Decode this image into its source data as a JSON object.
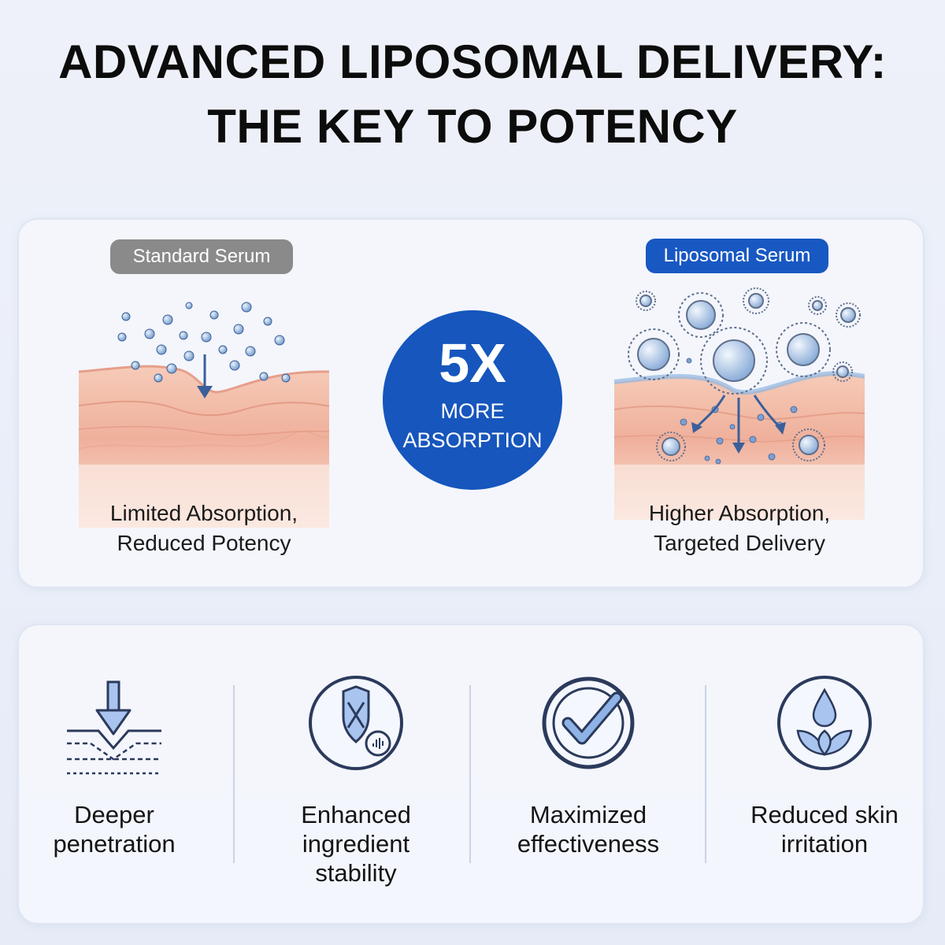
{
  "headline": {
    "line1": "ADVANCED LIPOSOMAL DELIVERY:",
    "line2": "THE KEY TO POTENCY"
  },
  "comparison": {
    "standard": {
      "label": "Standard Serum",
      "caption_line1": "Limited Absorption,",
      "caption_line2": "Reduced Potency"
    },
    "liposomal": {
      "label": "Liposomal Serum",
      "caption_line1": "Higher Absorption,",
      "caption_line2": "Targeted Delivery"
    },
    "badge": {
      "value": "5X",
      "line1": "MORE",
      "line2": "ABSORPTION"
    }
  },
  "benefits": [
    {
      "icon": "deeper-penetration-icon",
      "line1": "Deeper",
      "line2": "penetration",
      "line3": ""
    },
    {
      "icon": "shield-stability-icon",
      "line1": "Enhanced",
      "line2": "ingredient",
      "line3": "stability"
    },
    {
      "icon": "checkmark-icon",
      "line1": "Maximized",
      "line2": "effectiveness",
      "line3": ""
    },
    {
      "icon": "droplet-leaf-icon",
      "line1": "Reduced skin",
      "line2": "irritation",
      "line3": ""
    }
  ],
  "colors": {
    "accent_blue": "#1656bd",
    "label_gray": "#8a8a8a",
    "skin_pink": "#f2b9a5",
    "icon_navy": "#2b3a5c",
    "icon_light_blue": "#8fb3e6"
  }
}
